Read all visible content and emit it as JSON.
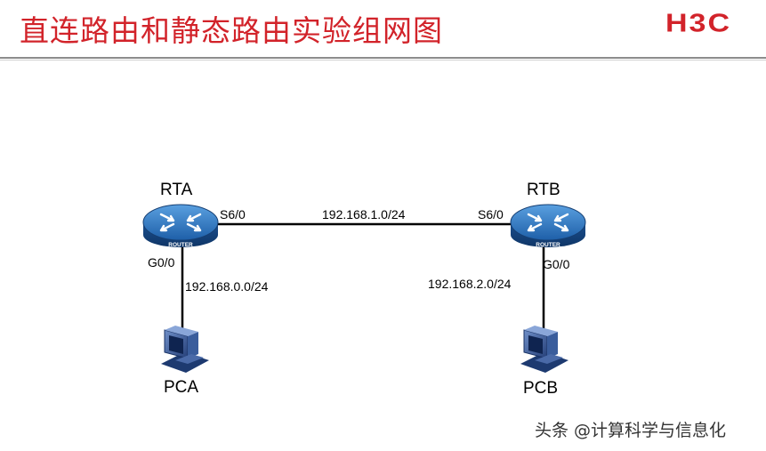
{
  "slide": {
    "title": "直连路由和静态路由实验组网图",
    "logo": "H3C",
    "watermark": "头条 @计算科学与信息化"
  },
  "devices": {
    "rta": {
      "name": "RTA",
      "badge": "ROUTER"
    },
    "rtb": {
      "name": "RTB",
      "badge": "ROUTER"
    },
    "pca": {
      "name": "PCA"
    },
    "pcb": {
      "name": "PCB"
    }
  },
  "ports": {
    "rta_serial": "S6/0",
    "rtb_serial": "S6/0",
    "rta_lan": "G0/0",
    "rtb_lan": "G0/0"
  },
  "networks": {
    "wan": "192.168.1.0/24",
    "lan_a": "192.168.0.0/24",
    "lan_b": "192.168.2.0/24"
  },
  "colors": {
    "brand": "#d2232a",
    "router": "#1e5fa8",
    "pc": "#2a4f8f"
  }
}
